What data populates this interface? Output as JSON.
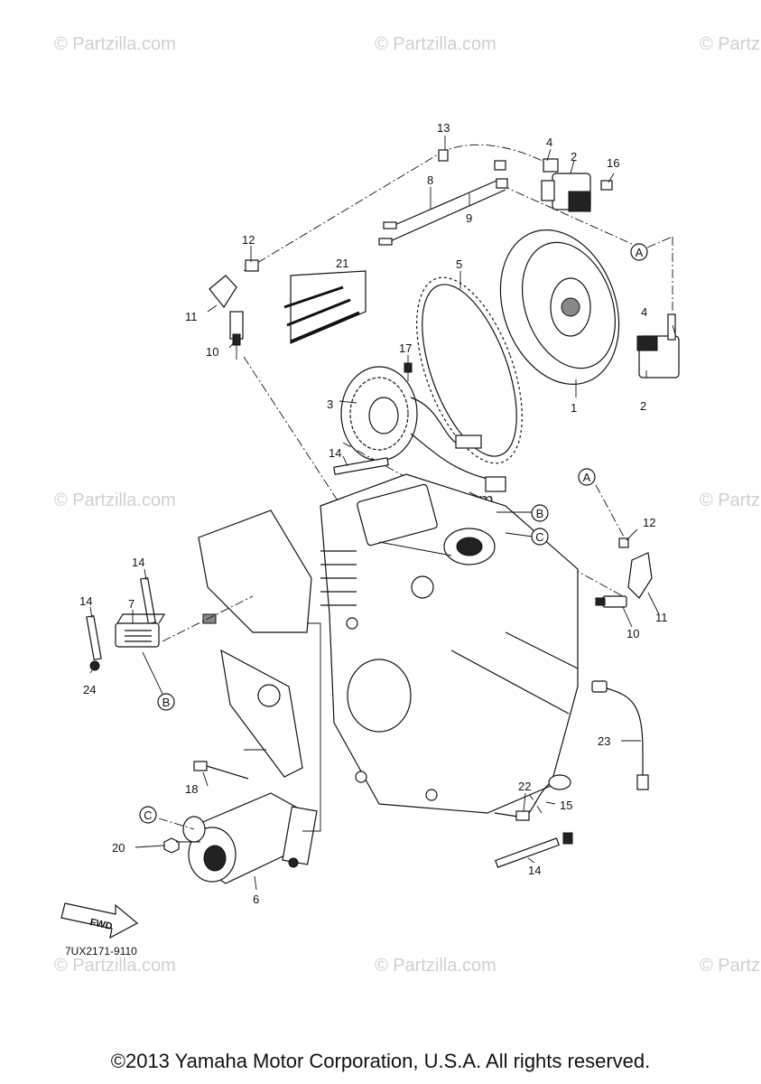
{
  "watermark": "© Partzilla.com",
  "diagram_code": "7UX2171-9110",
  "fwd_label": "FWD",
  "copyright": "©2013 Yamaha Motor Corporation, U.S.A. All rights reserved.",
  "callouts": {
    "c1": "1",
    "c2a": "2",
    "c2b": "2",
    "c3": "3",
    "c4a": "4",
    "c4b": "4",
    "c5": "5",
    "c6": "6",
    "c7": "7",
    "c8": "8",
    "c9": "9",
    "c10a": "10",
    "c10b": "10",
    "c11a": "11",
    "c11b": "11",
    "c12a": "12",
    "c12b": "12",
    "c13": "13",
    "c14a": "14",
    "c14b": "14",
    "c14c": "14",
    "c14d": "14",
    "c15": "15",
    "c16": "16",
    "c17": "17",
    "c18": "18",
    "c20": "20",
    "c21": "21",
    "c22": "22",
    "c23": "23",
    "c24": "24"
  },
  "refs": {
    "A1": "A",
    "A2": "A",
    "B1": "B",
    "B2": "B",
    "C1": "C",
    "C2": "C"
  }
}
